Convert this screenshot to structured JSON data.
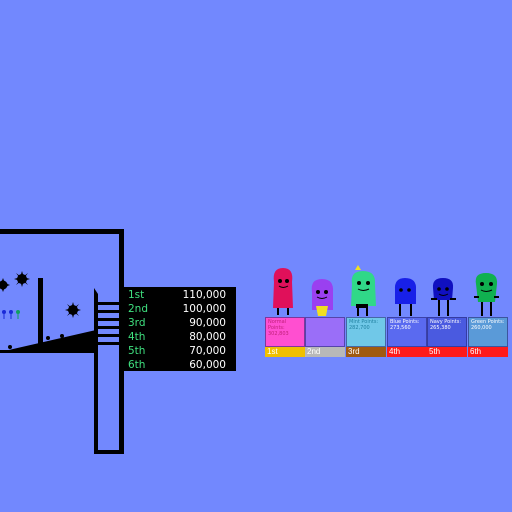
{
  "prize_table": [
    {
      "place": "1st",
      "amount": "110,000"
    },
    {
      "place": "2nd",
      "amount": "100,000"
    },
    {
      "place": "3rd",
      "amount": "90,000"
    },
    {
      "place": "4th",
      "amount": "80,000"
    },
    {
      "place": "5th",
      "amount": "70,000"
    },
    {
      "place": "6th",
      "amount": "60,000"
    }
  ],
  "leaderboard": [
    {
      "rank": "1st",
      "name_line1": "Normal",
      "name_line2": "Points:",
      "score": "302,803",
      "body_color": "#e0105a",
      "box_color": "#ff4fd0",
      "rank_color": "#f0c000",
      "text_color": "#c0207a"
    },
    {
      "rank": "2nd",
      "name_line1": "",
      "name_line2": "",
      "score": "",
      "body_color": "#9a40f0",
      "box_color": "#9a6ef8",
      "rank_color": "#b8b8b8",
      "text_color": "#6040c0"
    },
    {
      "rank": "3rd",
      "name_line1": "Mint Points:",
      "name_line2": "",
      "score": "282,700",
      "body_color": "#30d888",
      "box_color": "#70c8e8",
      "rank_color": "#a05a10",
      "text_color": "#2080a0"
    },
    {
      "rank": "4th",
      "name_line1": "Blue Points:",
      "name_line2": "",
      "score": "273,560",
      "body_color": "#1820e8",
      "box_color": "#5a6af0",
      "rank_color": "#ff1a1a",
      "text_color": "#ffffff"
    },
    {
      "rank": "5th",
      "name_line1": "Navy Points:",
      "name_line2": "",
      "score": "265,380",
      "body_color": "#1010c0",
      "box_color": "#4a5ae0",
      "rank_color": "#ff1a1a",
      "text_color": "#ffffff"
    },
    {
      "rank": "6th",
      "name_line1": "Green Points:",
      "name_line2": "",
      "score": "260,000",
      "body_color": "#10b050",
      "box_color": "#5a9ad8",
      "rank_color": "#ff1a1a",
      "text_color": "#ffffff"
    }
  ]
}
